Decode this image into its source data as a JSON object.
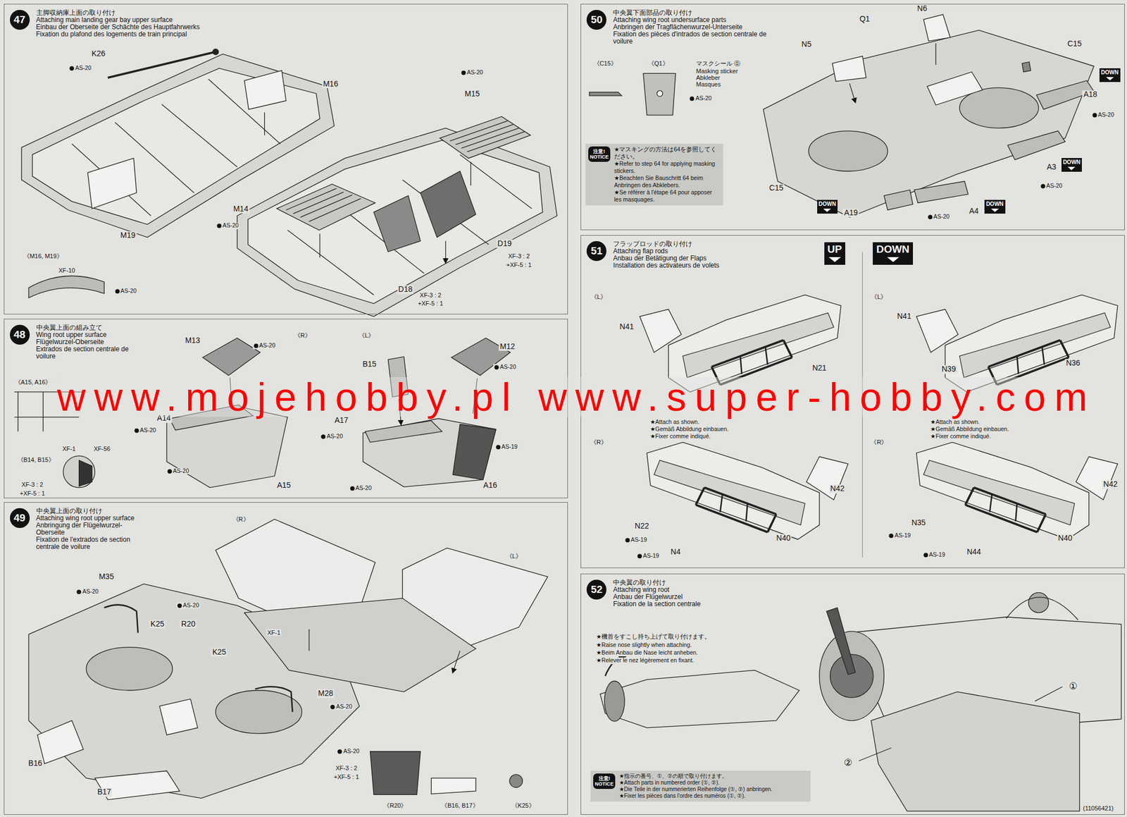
{
  "diagram": {
    "nodes": [
      {
        "text": [
          "47",
          "主脚収納庫上面の取り付け",
          "Attaching main landing gear bay upper surface",
          "Einbau der Oberseite der Schächte des Hauptfahrwerks",
          "Fixation du plafond des logements de train principal"
        ]
      },
      {
        "text": [
          "48",
          "中央翼上面の組み立て",
          "Wing root upper surface",
          "Flügelwurzel-Oberseite",
          "Extrados de section centrale de voilure"
        ]
      },
      {
        "text": [
          "49",
          "中央翼上面の取り付け",
          "Attaching wing root upper surface",
          "Anbringung der Flügelwurzel-Oberseite",
          "Fixation de l'extrados de section centrale de voilure"
        ]
      },
      {
        "text": [
          "50",
          "中央翼下面部品の取り付け",
          "Attaching wing root undersurface parts",
          "Anbringen der Tragflächenwurzel-Unterseite",
          "Fixation des pièces d'intrados de section centrale de voilure"
        ]
      },
      {
        "text": [
          "注意! NOTICE",
          "★マスキングの方法は64を参照してください。",
          "★Refer to step 64 for applying masking stickers.",
          "★Beachten Sie Bauschritt 64 beim Anbringen des Abklebers.",
          "★Se référer à l'étape 64 pour apposer les masquages."
        ],
        "in": 3
      },
      {
        "text": [
          "DOWN"
        ],
        "in": 3
      },
      {
        "text": [
          "DOWN"
        ],
        "in": 3
      },
      {
        "text": [
          "DOWN"
        ],
        "in": 3
      },
      {
        "text": [
          "DOWN"
        ],
        "in": 3
      },
      {
        "text": [
          "51",
          "フラップロッドの取り付け",
          "Attaching flap rods",
          "Anbau der Betätigung der Flaps",
          "Installation des activateurs de volets"
        ]
      },
      {
        "text": [
          "UP"
        ],
        "in": 9
      },
      {
        "text": [
          "DOWN"
        ],
        "in": 9
      },
      {
        "text": [
          "52",
          "中央翼の取り付け",
          "Attaching wing root",
          "Anbau der Flügelwurzel",
          "Fixation de la section centrale"
        ]
      },
      {
        "text": [
          "注意! NOTICE",
          "★指示の番号、①、②の順で取り付けます。",
          "★Attach parts in numbered order (①, ②).",
          "★Die Teile in der nummerierten Reihenfolge (①, ②) anbringen.",
          "★Fixer les pièces dans l'ordre des numéros (①, ②)."
        ],
        "in": 12
      }
    ],
    "labels": [
      "K26",
      "AS-20",
      "M16",
      "AS-20",
      "M15",
      "M14",
      "AS-20",
      "M19",
      "D19",
      "XF-3 : 2",
      "+XF-5 : 1",
      "D18",
      "XF-3 : 2",
      "+XF-5 : 1",
      "《M16, M19》",
      "XF-10",
      "AS-20",
      "M13",
      "AS-20",
      "《R》",
      "《L》",
      "B15",
      "M12",
      "AS-20",
      "《A15, A16》",
      "A14",
      "AS-20",
      "A17",
      "AS-20",
      "AS-19",
      "《B14, B15》",
      "XF-1",
      "XF-56",
      "XF-3 : 2",
      "+XF-5 : 1",
      "AS-20",
      "A15",
      "AS-20",
      "A16",
      "《R》",
      "《L》",
      "M35",
      "AS-20",
      "AS-20",
      "K25",
      "R20",
      "K25",
      "XF-1",
      "M28",
      "AS-20",
      "B16",
      "B17",
      "AS-20",
      "XF-3 : 2",
      "+XF-5 : 1",
      "《R20》",
      "《B16, B17》",
      "《K25》",
      "N6",
      "Q1",
      "N5",
      "C15",
      "《C15》",
      "《Q1》",
      "マスクシール ⓪",
      "Masking sticker",
      "Abkleber",
      "Masques",
      "AS-20",
      "A18",
      "AS-20",
      "C15",
      "A3",
      "AS-20",
      "A19",
      "AS-20",
      "A4",
      "《L》",
      "N41",
      "N21",
      "《L》",
      "N41",
      "N36",
      "N39",
      "★Attach as shown.",
      "★Gemäß Abbildung einbauen.",
      "★Fixer comme indiqué.",
      "★Attach as shown.",
      "★Gemäß Abbildung einbauen.",
      "★Fixer comme indiqué.",
      "《R》",
      "N42",
      "N22",
      "AS-19",
      "AS-19",
      "N4",
      "N40",
      "《R》",
      "N42",
      "N35",
      "AS-19",
      "AS-19",
      "N44",
      "N40",
      "★機首をすこし持ち上げて取り付けます。",
      "★Raise nose slightly when attaching.",
      "★Beim Anbau die Nase leicht anheben.",
      "★Relever le nez légèrement en fixant.",
      "①",
      "②",
      "(11056421)",
      "www.mojehobby.pl www.super-hobby.com"
    ]
  }
}
